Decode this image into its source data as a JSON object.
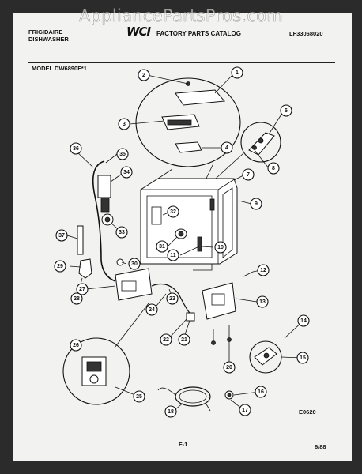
{
  "watermark": "AppliancePartsPros.com",
  "header": {
    "brand_line1": "FRIGIDAIRE",
    "brand_line2": "DISHWASHER",
    "logo_text": "WCI",
    "catalog_title": "FACTORY PARTS CATALOG",
    "catalog_number": "LF33068020",
    "model": "MODEL DW6890F*1"
  },
  "callouts": [
    "1",
    "2",
    "3",
    "4",
    "6",
    "7",
    "8",
    "9",
    "10",
    "11",
    "12",
    "13",
    "14",
    "15",
    "16",
    "17",
    "18",
    "20",
    "21",
    "22",
    "23",
    "24",
    "25",
    "26",
    "27",
    "28",
    "29",
    "30",
    "31",
    "32",
    "33",
    "34",
    "35",
    "36",
    "37"
  ],
  "footer": {
    "drawing_code": "E0620",
    "page_number": "F-1",
    "date": "6/88"
  }
}
